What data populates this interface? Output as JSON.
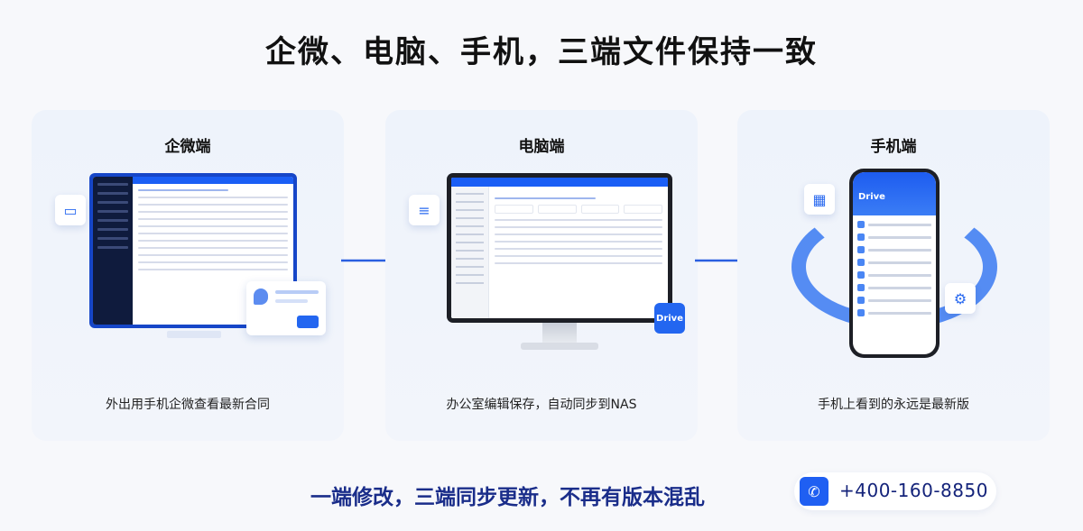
{
  "headline": "企微、电脑、手机，三端文件保持一致",
  "cards": [
    {
      "title": "企微端",
      "caption": "外出用手机企微查看最新合同"
    },
    {
      "title": "电脑端",
      "caption": "办公室编辑保存，自动同步到NAS"
    },
    {
      "title": "手机端",
      "caption": "手机上看到的永远是最新版"
    }
  ],
  "drive_badge": "Drive",
  "phone_app_title": "Drive",
  "slogan": "一端修改，三端同步更新，不再有版本混乱",
  "contact": {
    "icon": "phone-icon",
    "number": "+400-160-8850"
  },
  "colors": {
    "accent": "#1f5ff2",
    "slogan": "#1a2d8a"
  }
}
